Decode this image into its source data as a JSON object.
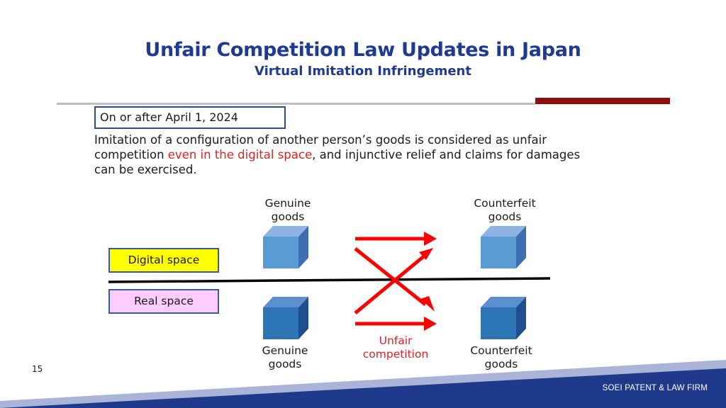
{
  "title": "Unfair Competition Law Updates in Japan",
  "subtitle": "Virtual Imitation Infringement",
  "date_box": "On or after April 1, 2024",
  "description": {
    "part1": "Imitation of a configuration of another person’s goods is considered as unfair competition ",
    "highlight": "even in the digital space",
    "part2": ", and injunctive relief and claims for damages can be exercised."
  },
  "diagram": {
    "top_left_label_line1": "Genuine",
    "top_left_label_line2": "goods",
    "top_right_label_line1": "Counterfeit",
    "top_right_label_line2": "goods",
    "bottom_left_label_line1": "Genuine",
    "bottom_left_label_line2": "goods",
    "bottom_right_label_line1": "Counterfeit",
    "bottom_right_label_line2": "goods",
    "digital_space": "Digital space",
    "real_space": "Real space",
    "unfair_line1": "Unfair",
    "unfair_line2": "competition"
  },
  "footer": {
    "page_number": "15",
    "firm": "SOEI PATENT & LAW FIRM"
  },
  "colors": {
    "title": "#1f3a93",
    "accent_red": "#8b1010",
    "highlight": "#e02020",
    "footer_navy": "#1f3a8a"
  }
}
